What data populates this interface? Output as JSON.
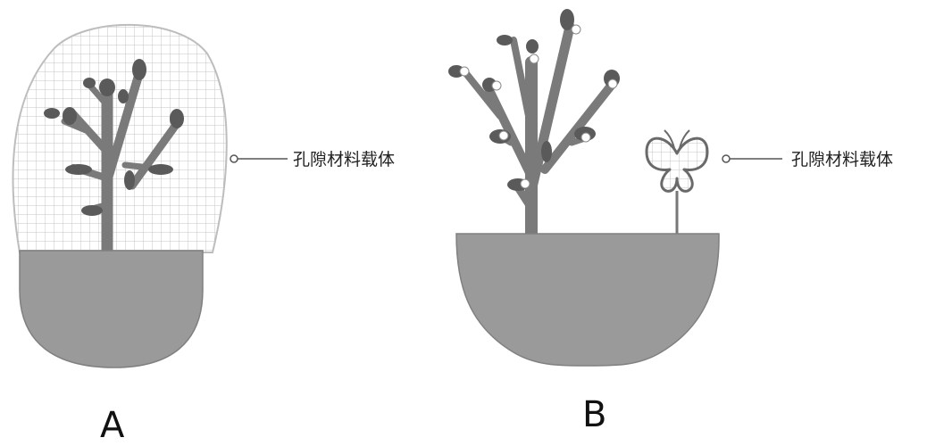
{
  "figure": {
    "panels": [
      {
        "id": "A",
        "label": "A",
        "callout": "孔隙材料载体"
      },
      {
        "id": "B",
        "label": "B",
        "callout": "孔隙材料载体"
      }
    ]
  },
  "colors": {
    "pot": "#9a9a9a",
    "pot_outline": "#7a7a7a",
    "stem": "#7a7a7a",
    "bud": "#555555",
    "leaf": "#666666",
    "mesh": "#bdbdbd",
    "callout_line": "#555555"
  }
}
